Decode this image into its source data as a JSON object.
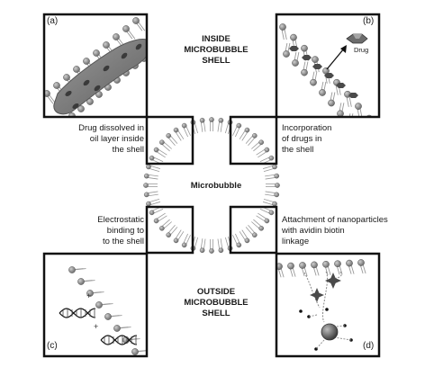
{
  "titles": {
    "inside": [
      "INSIDE",
      "MICROBUBBLE",
      "SHELL"
    ],
    "outside": [
      "OUTSIDE",
      "MICROBUBBLE",
      "SHELL"
    ],
    "center": "Microbubble"
  },
  "panels": {
    "a": {
      "tag": "(a)"
    },
    "b": {
      "tag": "(b)",
      "drug_label": "Drug"
    },
    "c": {
      "tag": "(c)"
    },
    "d": {
      "tag": "(d)"
    }
  },
  "captions": {
    "a": [
      "Drug dissolved in",
      "oil layer inside",
      "the shell"
    ],
    "b": [
      "Incorporation",
      "of drugs in",
      "the shell"
    ],
    "c": [
      "Electrostatic",
      "binding to",
      "to the shell"
    ],
    "d": [
      "Attachment of nanoparticles",
      "with avidin biotin",
      "linkage"
    ]
  },
  "colors": {
    "frame": "#111111",
    "lipid_head": "#8a8a8a",
    "oil": "#777777"
  }
}
